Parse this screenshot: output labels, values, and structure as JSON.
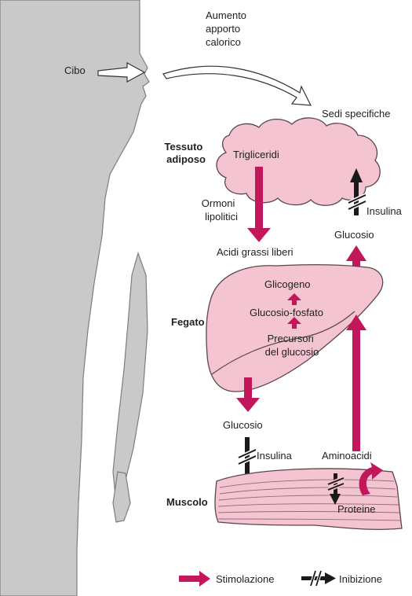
{
  "labels": {
    "food": "Cibo",
    "caloric_increase": [
      "Aumento",
      "apporto",
      "calorico"
    ],
    "specific_sites": "Sedi specifiche",
    "adipose_tissue": [
      "Tessuto",
      "adiposo"
    ],
    "triglycerides": "Trigliceridi",
    "lipolytic_hormones": [
      "Ormoni",
      "lipolitici"
    ],
    "free_fatty_acids": "Acidi grassi liberi",
    "insulin_adipose": "Insulina",
    "glucose_adipose": "Glucosio",
    "liver": "Fegato",
    "glycogen": "Glicogeno",
    "glucose_phosphate": "Glucosio-fosfato",
    "glucose_precursors": [
      "Precursori",
      "del glucosio"
    ],
    "glucose_liver_out": "Glucosio",
    "insulin_muscle": "Insulina",
    "amino_acids": "Aminoacidi",
    "muscle": "Muscolo",
    "proteins": "Proteine"
  },
  "legend": {
    "stimulation": "Stimolazione",
    "inhibition": "Inibizione"
  },
  "colors": {
    "body_silhouette": "#c9c9c9",
    "organ_fill": "#f4c4d0",
    "organ_stroke": "#5a4650",
    "stimulation_arrow": "#c2185b",
    "inhibition_arrow": "#1a1a1a"
  }
}
